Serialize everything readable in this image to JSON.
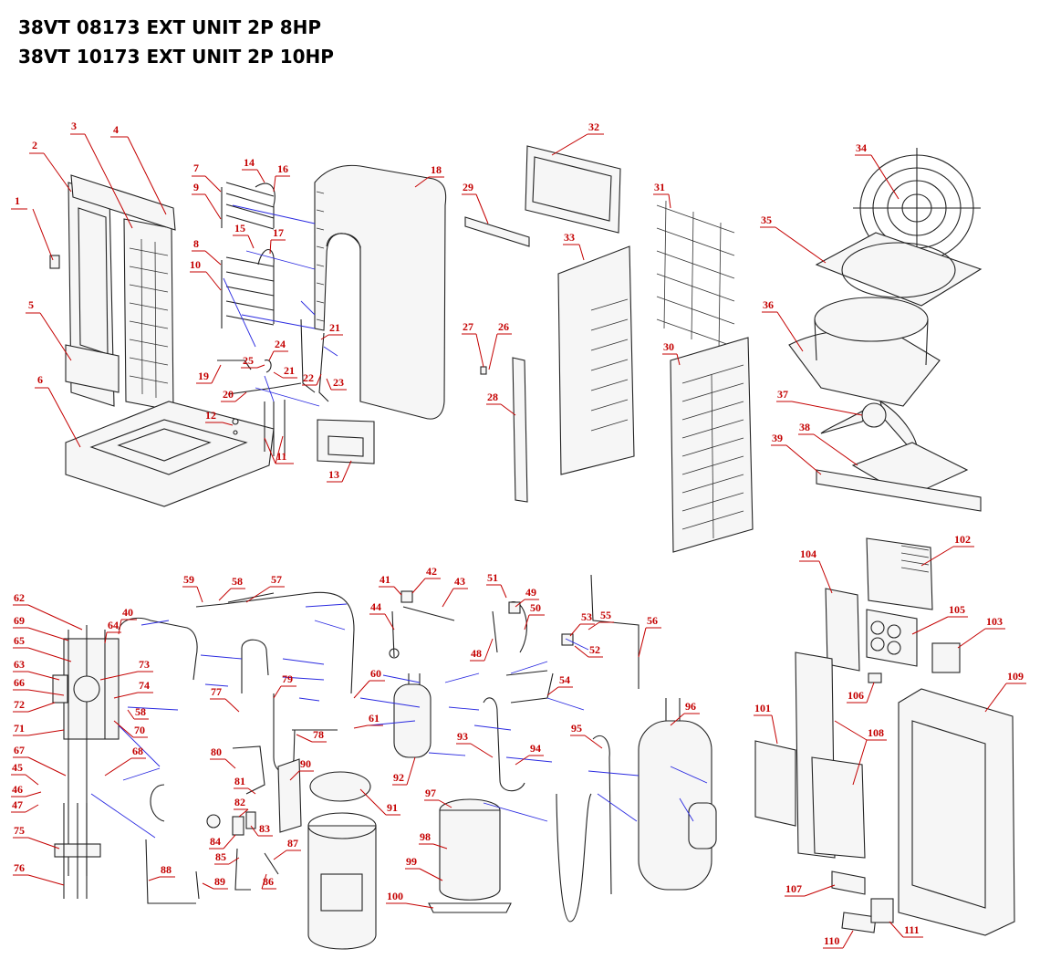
{
  "title": {
    "line1": "38VT 08173 EXT UNIT 2P 8HP",
    "line2": "38VT 10173 EXT UNIT 2P 10HP"
  },
  "callout_color": "#c40000",
  "leader_color": "#2a2ae0",
  "callouts": [
    "1",
    "2",
    "3",
    "4",
    "5",
    "6",
    "7",
    "8",
    "9",
    "10",
    "11",
    "12",
    "13",
    "14",
    "15",
    "16",
    "17",
    "18",
    "19",
    "20",
    "21",
    "21",
    "22",
    "23",
    "24",
    "25",
    "26",
    "27",
    "28",
    "29",
    "30",
    "31",
    "32",
    "33",
    "34",
    "35",
    "36",
    "37",
    "38",
    "39",
    "40",
    "41",
    "42",
    "43",
    "44",
    "45",
    "46",
    "47",
    "48",
    "49",
    "50",
    "51",
    "52",
    "53",
    "54",
    "55",
    "56",
    "57",
    "58",
    "58",
    "59",
    "60",
    "61",
    "62",
    "63",
    "64",
    "65",
    "66",
    "67",
    "68",
    "69",
    "70",
    "71",
    "72",
    "73",
    "74",
    "75",
    "76",
    "77",
    "78",
    "79",
    "80",
    "81",
    "82",
    "83",
    "84",
    "85",
    "86",
    "87",
    "88",
    "89",
    "90",
    "91",
    "92",
    "93",
    "94",
    "95",
    "96",
    "97",
    "98",
    "99",
    "100",
    "101",
    "102",
    "103",
    "104",
    "105",
    "106",
    "107",
    "108",
    "109",
    "110",
    "111"
  ]
}
